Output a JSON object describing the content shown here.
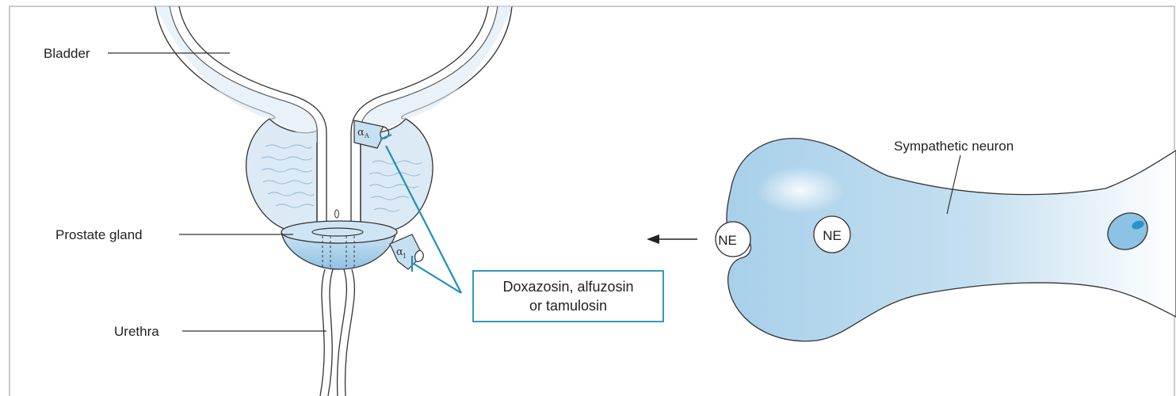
{
  "labels": {
    "bladder": "Bladder",
    "prostate": "Prostate gland",
    "urethra": "Urethra",
    "sympathetic_neuron": "Sympathetic neuron"
  },
  "receptors": {
    "top_symbol": "α",
    "top_subscript": "A",
    "bottom_symbol": "α",
    "bottom_subscript": "1"
  },
  "neurotransmitter": {
    "released": "NE",
    "vesicle": "NE"
  },
  "drug_box": {
    "line1": "Doxazosin, alfuzosin",
    "line2": "or tamulosin"
  },
  "colors": {
    "tissue_fill": "#dbeaf5",
    "tissue_dark": "#a9cde6",
    "inhibition_line": "#1f8fb5",
    "outline": "#333333",
    "frame": "#b8b8b8"
  }
}
